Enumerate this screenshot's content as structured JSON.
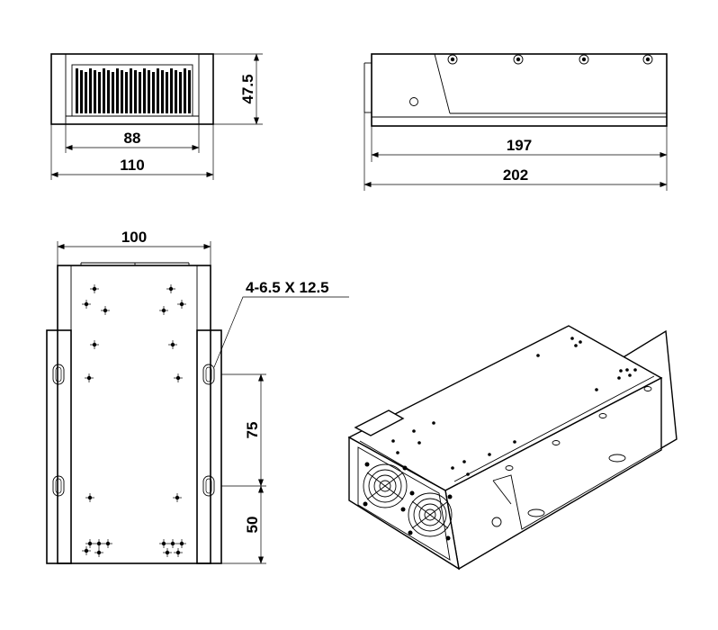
{
  "dimensions": {
    "front_inner_width": "88",
    "front_outer_width": "110",
    "front_height": "47.5",
    "side_inner_length": "197",
    "side_outer_length": "202",
    "top_width": "100",
    "slot_spec": "4-6.5 X 12.5",
    "slot_spacing": "75",
    "slot_edge_offset": "50"
  }
}
